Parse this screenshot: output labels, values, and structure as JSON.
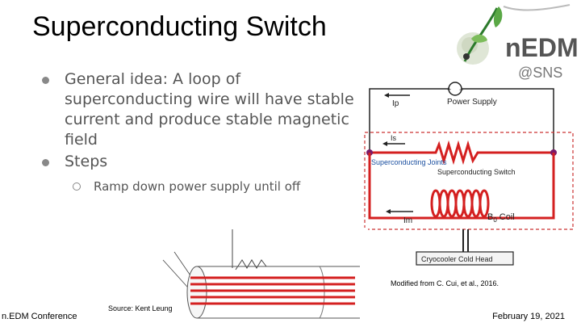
{
  "slide": {
    "title": "Superconducting Switch",
    "bullets": [
      "General idea: A loop of superconducting wire will have stable current and produce stable magnetic field",
      "Steps"
    ],
    "sub_bullets": [
      "Ramp down power supply until off"
    ],
    "footer_left": "n.EDM Conference",
    "footer_right": "February 19, 2021",
    "caption": "Modified from C. Cui, et al., 2016.",
    "source": "Source: Kent Leung"
  },
  "logo": {
    "text_top": "nEDM",
    "text_bottom": "@SNS"
  },
  "circuit": {
    "ip": "Ip",
    "power_supply": "Power Supply",
    "is": "Is",
    "joints": "Superconducting Joints",
    "switch": "Superconducting Switch",
    "im": "Im",
    "coil_b": "B",
    "coil_sub": "0",
    "coil_word": "Coil",
    "cold_head": "Cryocooler Cold Head",
    "plus": "+",
    "minus": "−"
  },
  "colors": {
    "title_text": "#000000",
    "bullet_text": "#555555",
    "circuit_red": "#d42020",
    "joint_blue": "#1a4fa0",
    "joint_purple": "#7a1a6a",
    "dashed_border": "#cc3333"
  },
  "icons": [
    "logo-leaf-icon",
    "bullet-dot-icon"
  ]
}
